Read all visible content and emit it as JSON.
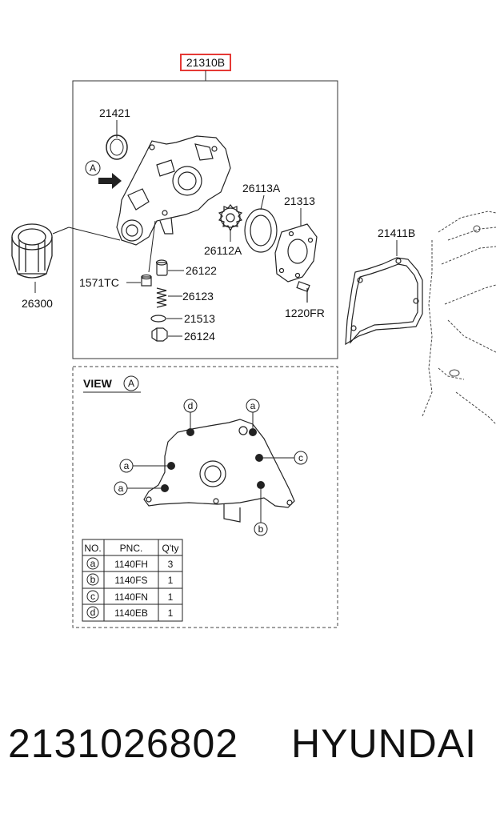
{
  "assembly_label": "21310B",
  "labels": {
    "p21421": "21421",
    "view_marker": "A",
    "p26113a": "26113A",
    "p21313": "21313",
    "p26112a": "26112A",
    "p26122": "26122",
    "p1571tc": "1571TC",
    "p26123": "26123",
    "p21513": "21513",
    "p26124": "26124",
    "p1220fr": "1220FR",
    "p26300": "26300",
    "p21411b": "21411B"
  },
  "view": {
    "title": "VIEW",
    "marker": "A",
    "callouts": [
      "a",
      "b",
      "c",
      "d"
    ]
  },
  "bolt_table": {
    "headers": [
      "NO.",
      "PNC.",
      "Q'ty"
    ],
    "rows": [
      {
        "no": "a",
        "pnc": "1140FH",
        "qty": "3"
      },
      {
        "no": "b",
        "pnc": "1140FS",
        "qty": "1"
      },
      {
        "no": "c",
        "pnc": "1140FN",
        "qty": "1"
      },
      {
        "no": "d",
        "pnc": "1140EB",
        "qty": "1"
      }
    ]
  },
  "footer": {
    "part_number": "2131026802",
    "brand": "HYUNDAI"
  },
  "colors": {
    "highlight": "#e53935",
    "line": "#222222"
  }
}
